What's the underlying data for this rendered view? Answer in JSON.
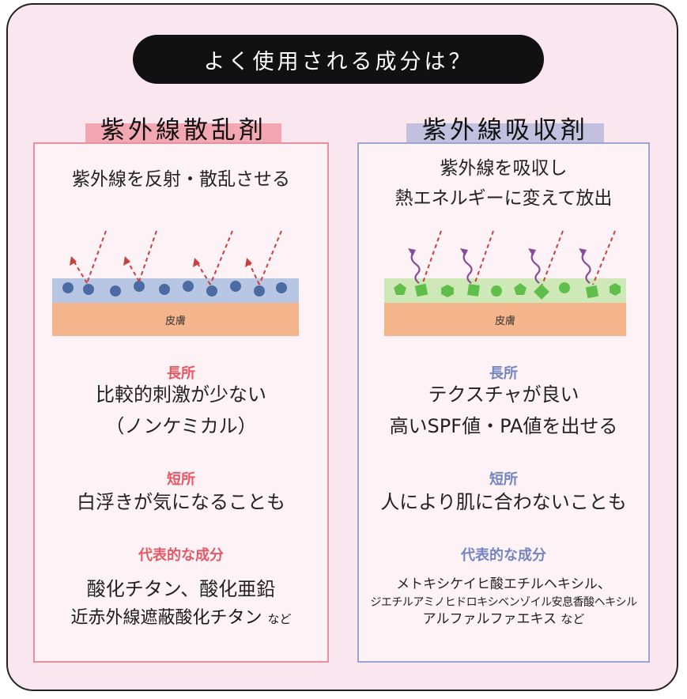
{
  "title": "よく使用される成分は？",
  "scatter": {
    "heading": "紫外線散乱剤",
    "description": "紫外線を反射・散乱させる",
    "skin_label": "皮膚",
    "pros_label": "長所",
    "pros": [
      "比較的刺激が少ない",
      "（ノンケミカル）"
    ],
    "cons_label": "短所",
    "cons": "白浮きが気になることも",
    "ingredients_label": "代表的な成分",
    "ingredients": [
      "酸化チタン、酸化亜鉛",
      "近赤外線遮蔽酸化チタン"
    ],
    "nado": "など"
  },
  "absorb": {
    "heading": "紫外線吸収剤",
    "description": [
      "紫外線を吸収し",
      "熱エネルギーに変えて放出"
    ],
    "skin_label": "皮膚",
    "pros_label": "長所",
    "pros": [
      "テクスチャが良い",
      "高いSPF値・PA値を出せる"
    ],
    "cons_label": "短所",
    "cons": "人により肌に合わないことも",
    "ingredients_label": "代表的な成分",
    "ingredients": [
      "メトキシケイヒ酸エチルヘキシル、",
      "ジエチルアミノヒドロキシベンゾイル安息香酸ヘキシル",
      "アルファルファエキス"
    ],
    "nado": "など"
  },
  "colors": {
    "frame_bg": "#f9e6ee",
    "scatter_accent": "#e45966",
    "absorb_accent": "#7485c0",
    "skin": "#f4b48c",
    "scatter_layer": "#b7c6e2",
    "absorb_layer": "#cfe8b8",
    "particle_blue": "#4d6ba3",
    "particle_green": "#5fbf4a",
    "uv_arrow": "#c9403f",
    "heat_arrow": "#8a4a9a"
  }
}
